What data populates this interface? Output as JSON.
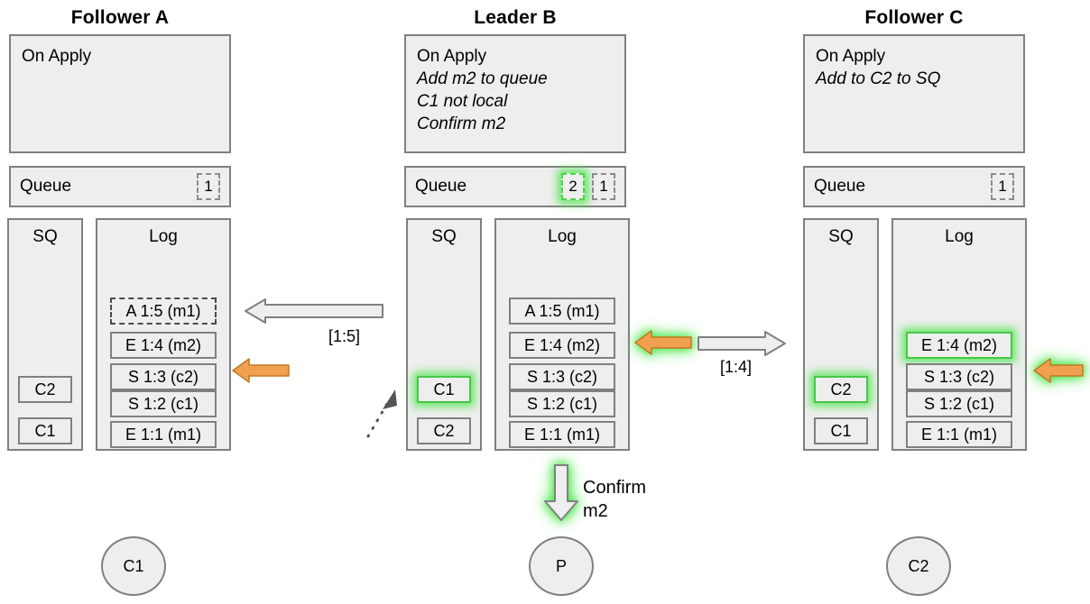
{
  "nodes": [
    {
      "title": "Follower A",
      "on_apply": {
        "header": "On Apply",
        "lines": []
      },
      "queue": {
        "label": "Queue",
        "slots": [
          {
            "value": "1",
            "highlight": false
          }
        ]
      },
      "sq": {
        "label": "SQ",
        "items": [
          {
            "value": "C2",
            "highlight": false
          },
          {
            "value": "C1",
            "highlight": false
          }
        ]
      },
      "log": {
        "label": "Log",
        "entries": [
          {
            "text": "A 1:5 (m1)",
            "style": "dashed"
          },
          {
            "text": "E 1:4 (m2)",
            "style": "solid"
          },
          {
            "text": "S 1:3 (c2)",
            "style": "solid"
          },
          {
            "text": "S 1:2 (c1)",
            "style": "solid"
          },
          {
            "text": "E 1:1 (m1)",
            "style": "solid"
          }
        ]
      },
      "client": "C1"
    },
    {
      "title": "Leader B",
      "on_apply": {
        "header": "On Apply",
        "lines": [
          "Add m2 to queue",
          "C1 not local",
          "Confirm m2"
        ]
      },
      "queue": {
        "label": "Queue",
        "slots": [
          {
            "value": "2",
            "highlight": true
          },
          {
            "value": "1",
            "highlight": false
          }
        ]
      },
      "sq": {
        "label": "SQ",
        "items": [
          {
            "value": "C1",
            "highlight": true
          },
          {
            "value": "C2",
            "highlight": false
          }
        ]
      },
      "log": {
        "label": "Log",
        "entries": [
          {
            "text": "A 1:5 (m1)",
            "style": "solid"
          },
          {
            "text": "E 1:4 (m2)",
            "style": "solid"
          },
          {
            "text": "S 1:3 (c2)",
            "style": "solid"
          },
          {
            "text": "S 1:2 (c1)",
            "style": "solid"
          },
          {
            "text": "E 1:1 (m1)",
            "style": "solid"
          }
        ]
      },
      "client": "P"
    },
    {
      "title": "Follower C",
      "on_apply": {
        "header": "On Apply",
        "lines": [
          "Add to C2 to SQ"
        ]
      },
      "queue": {
        "label": "Queue",
        "slots": [
          {
            "value": "1",
            "highlight": false
          }
        ]
      },
      "sq": {
        "label": "SQ",
        "items": [
          {
            "value": "C2",
            "highlight": true
          },
          {
            "value": "C1",
            "highlight": false
          }
        ]
      },
      "log": {
        "label": "Log",
        "entries": [
          {
            "text": "E 1:4 (m2)",
            "style": "hot"
          },
          {
            "text": "S 1:3 (c2)",
            "style": "solid"
          },
          {
            "text": "S 1:2 (c1)",
            "style": "solid"
          },
          {
            "text": "E 1:1 (m1)",
            "style": "solid"
          }
        ]
      },
      "client": "C2"
    }
  ],
  "arrows": {
    "ab_label": "[1:5]",
    "bc_label": "[1:4]",
    "confirm_line1": "Confirm",
    "confirm_line2": "m2"
  },
  "colors": {
    "panel_fill": "#eeeeee",
    "panel_stroke": "#808080",
    "orange": "#f0a050",
    "orange_stroke": "#c07a20",
    "glow_green": "#46e646",
    "gray_arrow_fill": "#eeeeee",
    "gray_arrow_stroke": "#808080"
  }
}
